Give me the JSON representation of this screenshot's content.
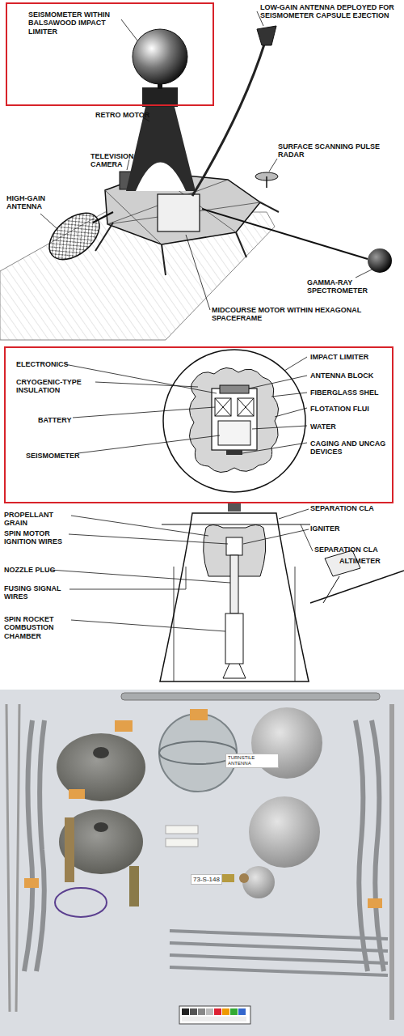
{
  "diagram": {
    "nodes": [
      {
        "text": [
          "SEISMOMETER WITHIN BALSAWOOD IMPACT LIMITER"
        ]
      },
      {
        "text": [
          "ELECTRONICS",
          "CRYOGENIC-TYPE INSULATION",
          "BATTERY",
          "SEISMOMETER",
          "IMPACT LIMITER",
          "ANTENNA BLOCK",
          "FIBERGLASS SHEL",
          "FLOTATION FLUI",
          "WATER",
          "CAGING AND UNCAG DEVICES"
        ]
      }
    ],
    "edges": [],
    "labels": [
      "LOW-GAIN ANTENNA DEPLOYED FOR SEISMOMETER CAPSULE EJECTION",
      "RETRO MOTOR",
      "TELEVISION CAMERA",
      "SURFACE SCANNING PULSE RADAR",
      "HIGH-GAIN ANTENNA",
      "GAMMA-RAY SPECTROMETER",
      "MIDCOURSE MOTOR WITHIN HEXAGONAL SPACEFRAME",
      "PROPELLANT GRAIN",
      "SPIN MOTOR IGNITION WIRES",
      "NOZZLE PLUG",
      "FUSING SIGNAL WIRES",
      "SPIN ROCKET COMBUSTION CHAMBER",
      "SEPARATION CLA",
      "IGNITER",
      "SEPARATION CLA",
      "ALTIMETER",
      "TURNSTILE ANTENNA",
      "73-S-148"
    ]
  }
}
